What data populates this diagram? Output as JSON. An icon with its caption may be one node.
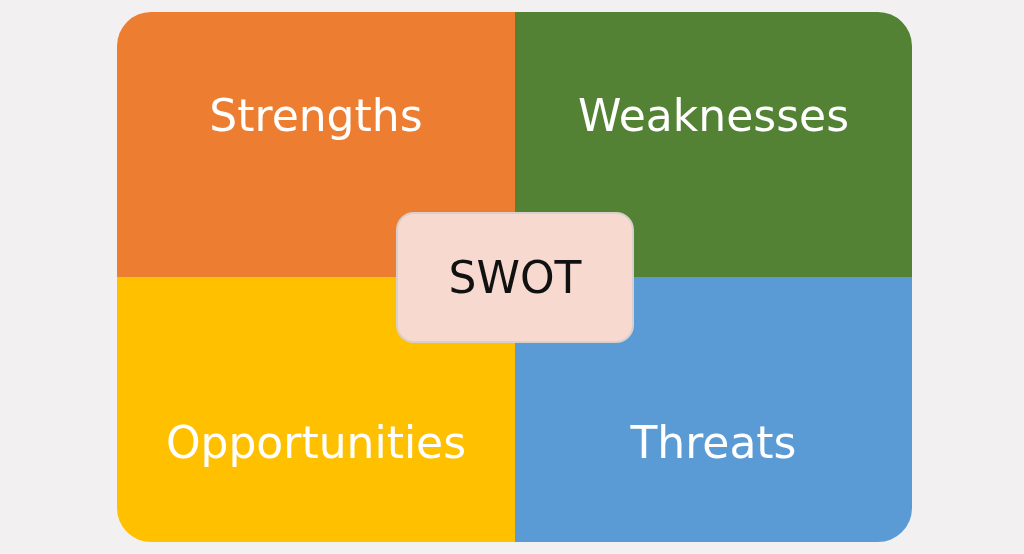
{
  "diagram": {
    "nodes": [
      {
        "text": [
          "Strengths"
        ]
      },
      {
        "text": [
          "Weaknesses"
        ]
      },
      {
        "text": [
          "SWOT"
        ]
      },
      {
        "text": [
          "Opportunities"
        ]
      },
      {
        "text": [
          "Threats"
        ]
      }
    ]
  }
}
